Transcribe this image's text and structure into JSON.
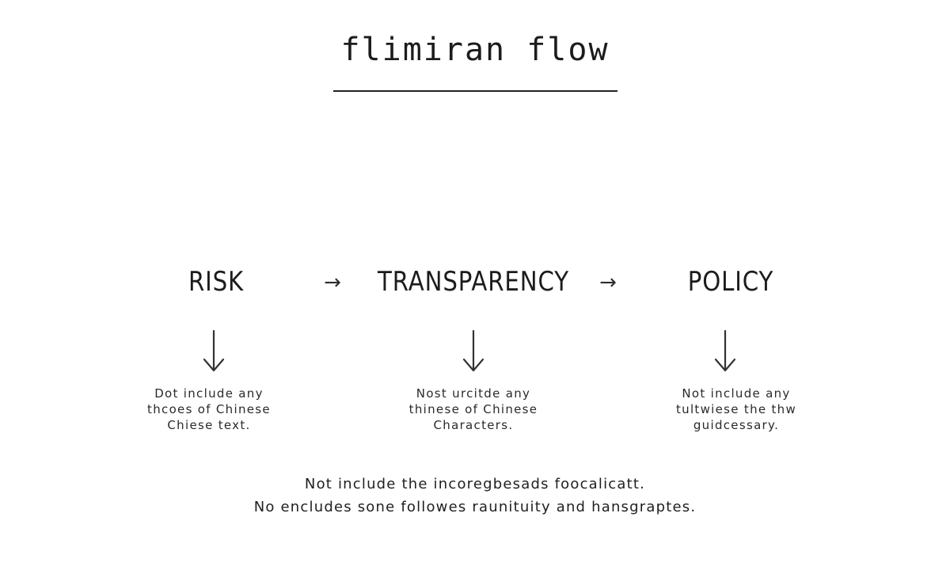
{
  "diagram": {
    "title": "flimiran flow",
    "nodes": [
      {
        "label": "RISK",
        "note_lines": [
          "Dot include any",
          "thcoes of Chinese",
          "Chiese text."
        ]
      },
      {
        "label": "TRANSPARENCY",
        "note_lines": [
          "Nost urcitde any",
          "thinese of Chinese",
          "Characters."
        ]
      },
      {
        "label": "POLICY",
        "note_lines": [
          "Not include any",
          "tultwiese the thw",
          "guidcessary."
        ]
      }
    ],
    "connectors": [
      "→",
      "→"
    ],
    "footer_lines": [
      "Not include the incoregbesads foocalicatt.",
      "No encludes sone followes raunituity and hansgraptes."
    ]
  }
}
